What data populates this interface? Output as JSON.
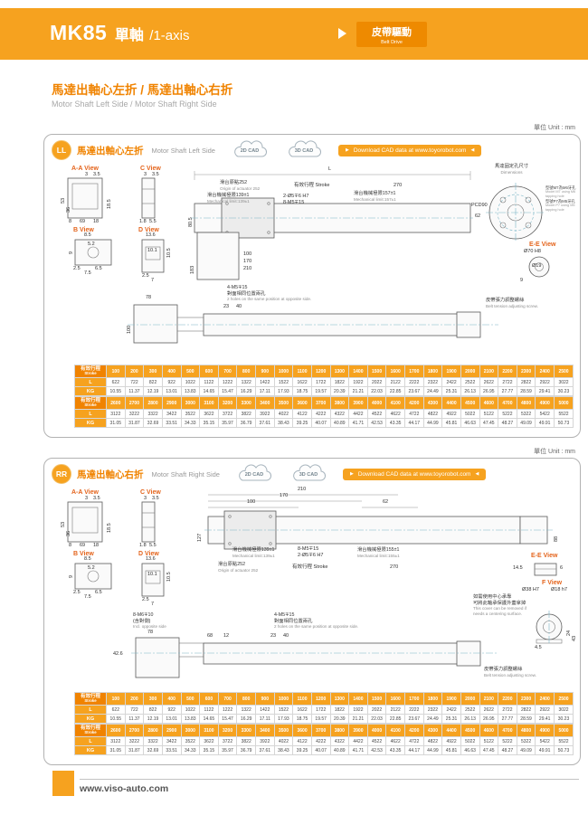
{
  "header": {
    "model": "MK85",
    "title_zh": "單軸",
    "title_en": "/1-axis",
    "badge_zh": "皮帶驅動",
    "badge_en": "Belt Drive"
  },
  "section": {
    "title_zh": "馬達出軸心左折 / 馬達出軸心右折",
    "title_en": "Motor Shaft Left  Side / Motor Shaft Right  Side"
  },
  "common": {
    "unit": "單位 Unit : mm",
    "cad2d": "2D CAD",
    "cad3d": "3D CAD",
    "arrow_left": "▶",
    "arrow_right": "◀",
    "download": "Download CAD data at www.toyorobot.com",
    "stroke_zh": "有效行程",
    "stroke_en": "Stroke",
    "l_label": "L",
    "kg_label": "KG",
    "accent_orange": "#F6A21F",
    "deep_orange": "#F08300"
  },
  "views": {
    "aa_view": "A-A View",
    "c_view": "C View",
    "b_view": "B View",
    "d_view": "D View",
    "aa_d1": "3",
    "aa_d2": "3.5",
    "aa_d3": "53",
    "aa_d4": "36",
    "aa_d5": "8",
    "aa_d6": "69",
    "aa_d7": "18",
    "aa_d8": "18.5",
    "c_d1": "3",
    "c_d2": "3.5",
    "c_d3": "1.8",
    "c_d4": "5.5",
    "b_d1": "8.5",
    "b_d2": "9",
    "b_d3": "5.2",
    "b_d4": "2.5",
    "b_d5": "7.5",
    "b_d6": "6.5",
    "d_d1": "13.6",
    "d_d2": "10.1",
    "d_d3": "10.5",
    "d_d4": "2.5",
    "d_d5": "7"
  },
  "left": {
    "badge": "LL",
    "title_zh": "馬達出軸心左折",
    "title_en": "Motor Shaft Left Side",
    "d": {
      "L": "L",
      "origin_zh": "滑台原點252",
      "origin_en": "Origin of actuator 252",
      "stroke": "有效行程 Stroke",
      "n270": "270",
      "mech157_zh": "滑台機械極限157±1",
      "mech157_en": "Mechanical limit:157±1",
      "mech139_zh": "滑台機械極限139±1",
      "mech139_en": "Mechanical limit:139±1",
      "holes_h7": "2-Ø5∓6 H7",
      "holes_m5": "8-M5∓15",
      "n62": "62",
      "n805": "80.5",
      "n183": "183",
      "n100": "100",
      "n170": "170",
      "n210": "210",
      "motor_zh": "馬達固定孔尺寸",
      "motor_en": "Dimensions",
      "m7_zh": "型號M7為M6牙孔",
      "m7_en": "Model M7 using M6 tapping hole",
      "p7_zh": "型號P7為M5牙孔",
      "p7_en": "Model P7 using M5 tapping hole",
      "pcd": "PCD90",
      "ee_view": "E-E View",
      "d70": "Ø70 H8",
      "d19": "Ø19",
      "n9": "9",
      "n78": "78",
      "n100b": "100",
      "holes4": "4-M5∓15",
      "holes4_zh": "對面相同位置兩孔",
      "holes4_en": "2 holes on the same position at opposite side.",
      "n23": "23",
      "n40": "40",
      "belt_zh": "皮帶張力調整螺絲",
      "belt_en": "Belt tension adjusting screw."
    }
  },
  "right": {
    "badge": "RR",
    "title_zh": "馬達出軸心右折",
    "title_en": "Motor Shaft Right Side",
    "d": {
      "n210": "210",
      "n170": "170",
      "n100": "100",
      "n62": "62",
      "n127": "127",
      "n88": "88",
      "holes_m5": "8-M5∓15",
      "holes_h7": "2-Ø5∓6 H7",
      "mech139_zh": "滑台機械極限139±1",
      "mech139_en": "Mechanical limit:139±1",
      "origin_zh": "滑台原點252",
      "origin_en": "Origin of actuator 252",
      "stroke": "有效行程 Stroke",
      "n270": "270",
      "mech155_zh": "滑台機械極限155±1",
      "mech155_en": "Mechanical limit:155±1",
      "ee_view": "E-E View",
      "n145": "14.5",
      "n6": "6",
      "f_view": "F View",
      "d38": "Ø38 H7",
      "d18": "Ø18 h7",
      "n24": "24",
      "n43": "43",
      "n45": "4.5",
      "cover_zh1": "如需使用中心承靠",
      "cover_zh2": "可將此軸承保護外蓋拿掉",
      "cover_en1": "This cover can be removed if",
      "cover_en2": "needs a centering surface.",
      "m6": "8-M6∓10",
      "m6_zh": "(含對側)",
      "m6_en": "Incl. opposite side",
      "n78": "78",
      "n426": "42.6",
      "n68": "68",
      "n12": "12",
      "holes4": "4-M5∓15",
      "holes4_zh": "對面相同位置兩孔",
      "holes4_en": "2 holes on the same position at opposite side.",
      "n23": "23",
      "n40": "40",
      "belt_zh": "皮帶張力調整螺絲",
      "belt_en": "Belt tension adjusting screw."
    }
  },
  "tables": {
    "t1": {
      "strokes": [
        "100",
        "200",
        "300",
        "400",
        "500",
        "600",
        "700",
        "800",
        "900",
        "1000",
        "1100",
        "1200",
        "1300",
        "1400",
        "1500",
        "1600",
        "1700",
        "1800",
        "1900",
        "2000",
        "2100",
        "2200",
        "2300",
        "2400",
        "2500"
      ],
      "l": [
        "622",
        "722",
        "822",
        "922",
        "1022",
        "1122",
        "1222",
        "1322",
        "1422",
        "1522",
        "1622",
        "1722",
        "1822",
        "1922",
        "2022",
        "2122",
        "2222",
        "2322",
        "2422",
        "2522",
        "2622",
        "2722",
        "2822",
        "2922",
        "3022"
      ],
      "kg": [
        "10.55",
        "11.37",
        "12.19",
        "13.01",
        "13.83",
        "14.65",
        "15.47",
        "16.29",
        "17.11",
        "17.93",
        "18.75",
        "19.57",
        "20.39",
        "21.21",
        "22.03",
        "22.85",
        "23.67",
        "24.49",
        "25.31",
        "26.13",
        "26.95",
        "27.77",
        "28.59",
        "29.41",
        "30.23"
      ]
    },
    "t2": {
      "strokes": [
        "2600",
        "2700",
        "2800",
        "2900",
        "3000",
        "3100",
        "3200",
        "3300",
        "3400",
        "3500",
        "3600",
        "3700",
        "3800",
        "3900",
        "4000",
        "4100",
        "4200",
        "4300",
        "4400",
        "4500",
        "4600",
        "4700",
        "4800",
        "4900",
        "5000"
      ],
      "l": [
        "3122",
        "3222",
        "3322",
        "3422",
        "3522",
        "3622",
        "3722",
        "3822",
        "3922",
        "4022",
        "4122",
        "4222",
        "4322",
        "4422",
        "4522",
        "4622",
        "4722",
        "4822",
        "4922",
        "5022",
        "5122",
        "5222",
        "5322",
        "5422",
        "5522"
      ],
      "kg": [
        "31.05",
        "31.87",
        "32.69",
        "33.51",
        "34.33",
        "35.15",
        "35.97",
        "36.79",
        "37.61",
        "38.43",
        "39.25",
        "40.07",
        "40.89",
        "41.71",
        "42.53",
        "43.35",
        "44.17",
        "44.99",
        "45.81",
        "46.63",
        "47.45",
        "48.27",
        "49.09",
        "49.91",
        "50.73"
      ]
    }
  },
  "footer": {
    "url": "www.viso-auto.com"
  }
}
